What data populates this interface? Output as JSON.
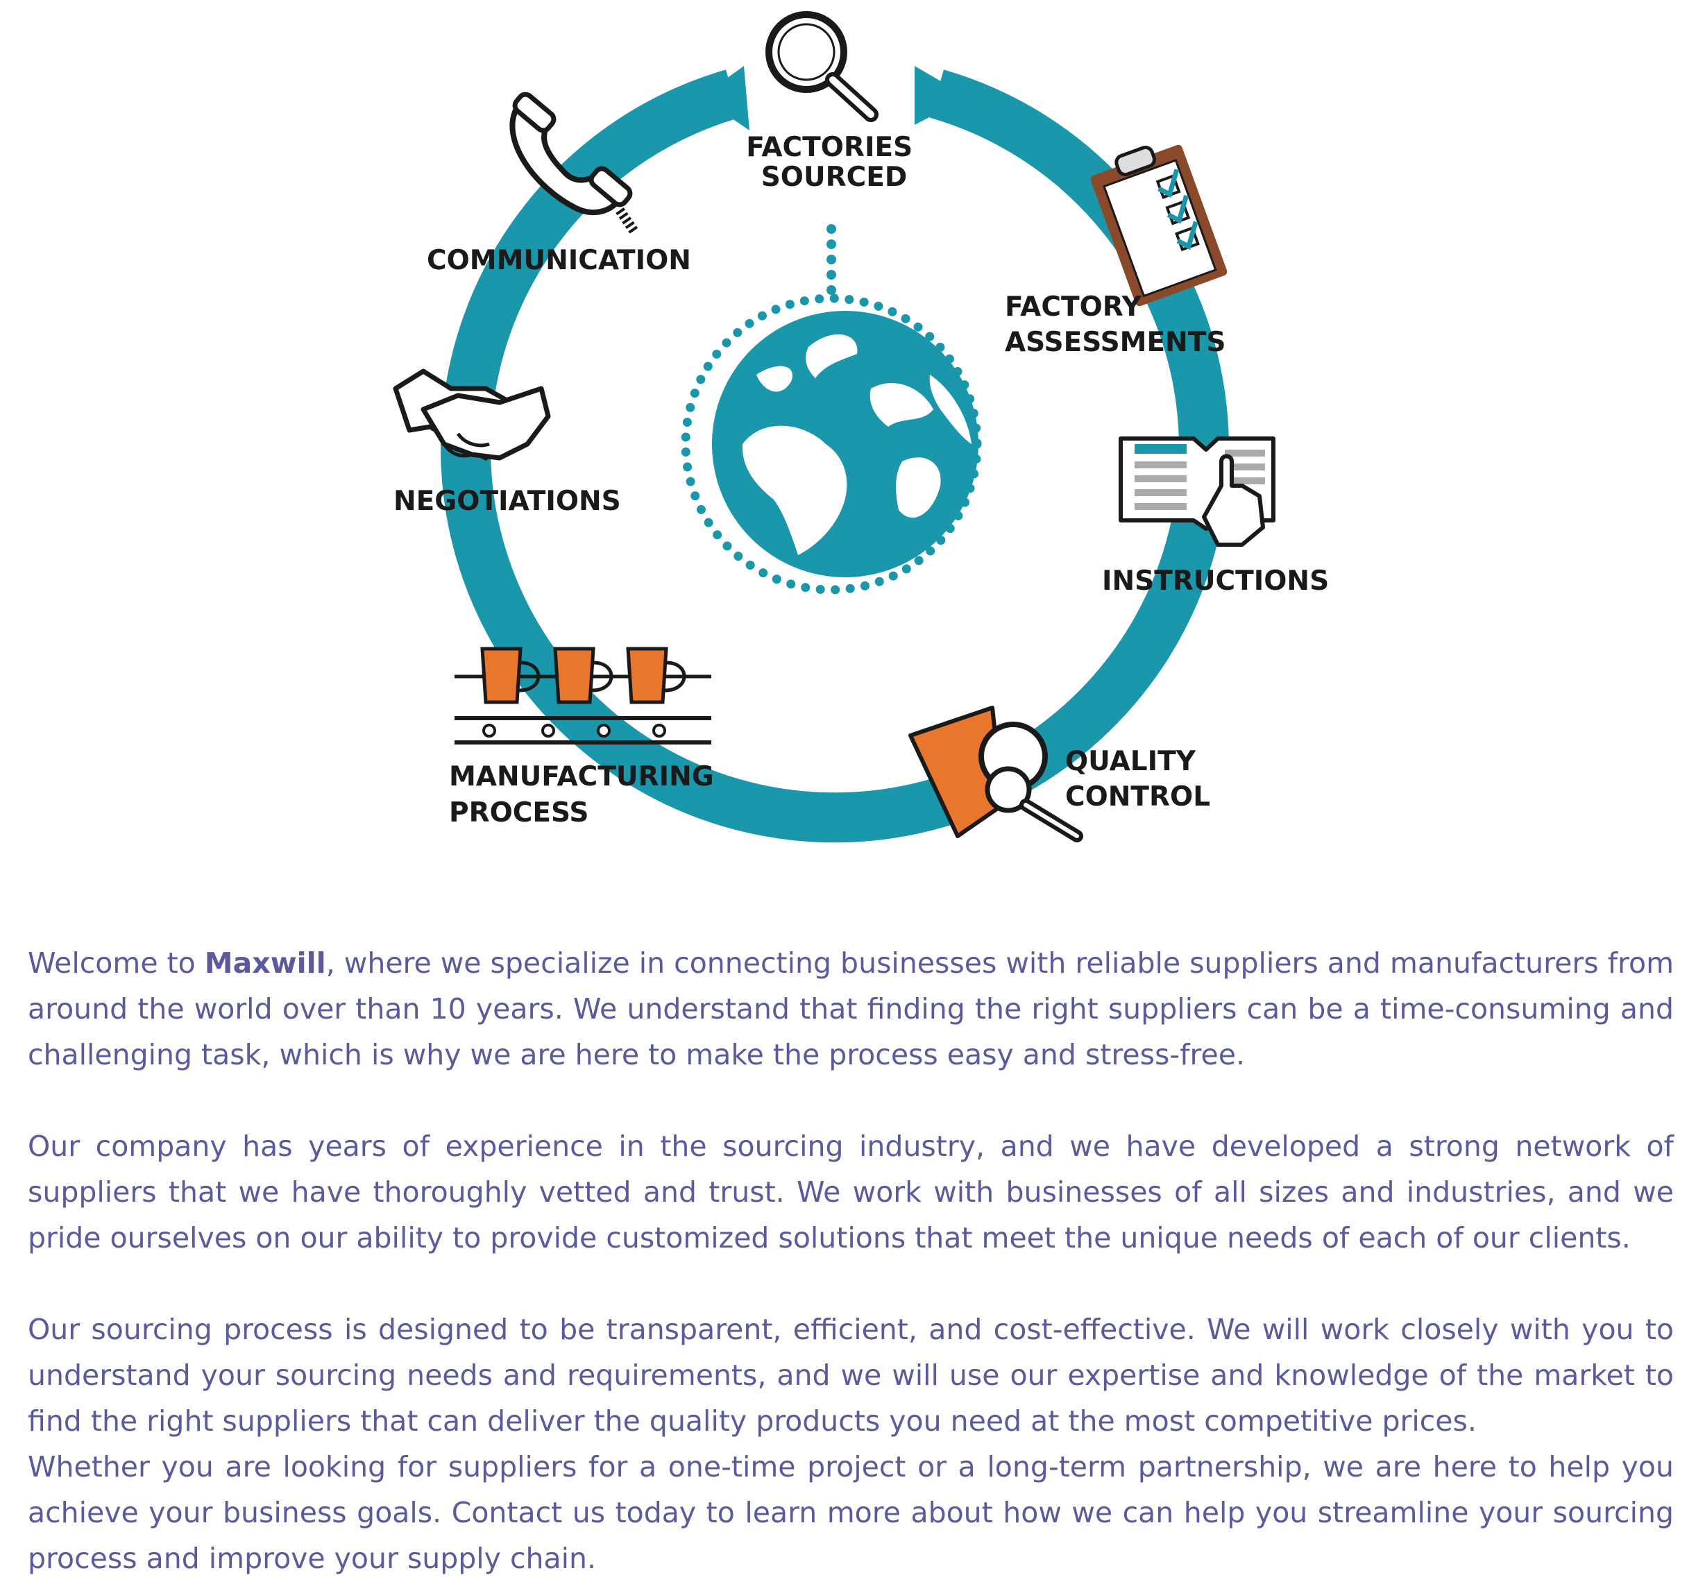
{
  "diagram": {
    "colors": {
      "ring": "#1b97ab",
      "accent": "#e8762d",
      "ink": "#1a1a1a"
    },
    "steps": [
      {
        "id": "factories-sourced",
        "lines": [
          "FACTORIES",
          "SOURCED"
        ],
        "icon": "magnifier-icon"
      },
      {
        "id": "factory-assessments",
        "lines": [
          "FACTORY",
          "ASSESSMENTS"
        ],
        "icon": "clipboard-checklist-icon"
      },
      {
        "id": "instructions",
        "lines": [
          "INSTRUCTIONS"
        ],
        "icon": "open-book-pointer-icon"
      },
      {
        "id": "quality-control",
        "lines": [
          "QUALITY",
          "CONTROL"
        ],
        "icon": "mug-magnifier-icon"
      },
      {
        "id": "manufacturing-process",
        "lines": [
          "MANUFACTURING",
          "PROCESS"
        ],
        "icon": "conveyor-mugs-icon"
      },
      {
        "id": "negotiations",
        "lines": [
          "NEGOTIATIONS"
        ],
        "icon": "handshake-icon"
      },
      {
        "id": "communication",
        "lines": [
          "COMMUNICATION"
        ],
        "icon": "telephone-handset-icon"
      }
    ],
    "center_icon": "globe-icon"
  },
  "intro": {
    "p1_before": "Welcome to ",
    "brand": "Maxwill",
    "p1_after": ", where we specialize in connecting businesses with reliable suppliers and manufacturers from around the world over than 10 years. We understand that finding the right suppliers can be a time-consuming and challenging task, which is why we are here to make the process easy and stress-free.",
    "p2": "Our company has years of experience in the sourcing industry, and we have developed a strong network of suppliers that we have thoroughly vetted and trust. We work with businesses of all sizes and industries, and we pride ourselves on our ability to provide customized solutions that meet the unique needs of each of our clients.",
    "p3": "Our sourcing process is designed to be transparent, efficient, and cost-effective. We will work closely with you to understand your sourcing needs and requirements, and we will use our expertise and knowledge of the market to find the right suppliers that can deliver the quality products you need at the most competitive prices.",
    "p4": "Whether you are looking for suppliers for a one-time project or a long-term partnership, we are here to help you achieve your business goals. Contact us today to learn more about how we can help you streamline your sourcing process and improve your supply chain."
  }
}
